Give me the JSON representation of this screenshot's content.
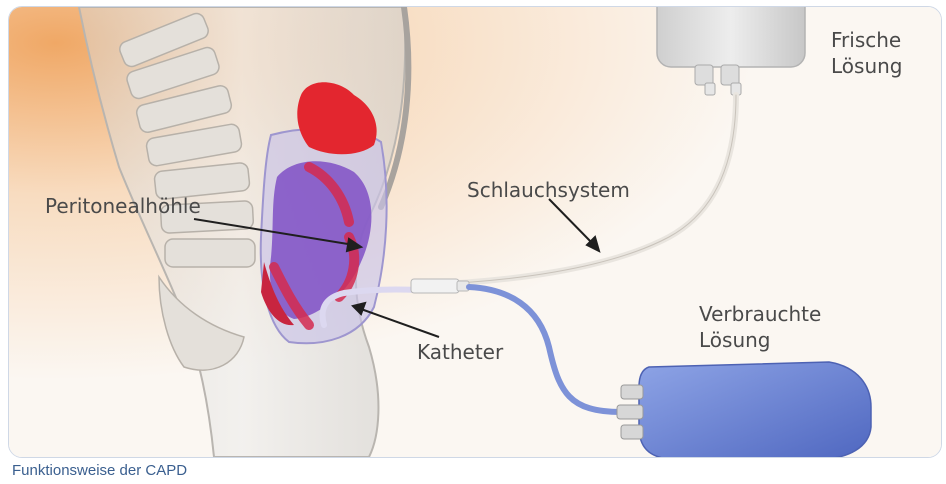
{
  "labels": {
    "fresh_line1": "Frische",
    "fresh_line2": "Lösung",
    "tubing": "Schlauchsystem",
    "peritoneal": "Peritonealhöhle",
    "used_line1": "Verbrauchte",
    "used_line2": "Lösung",
    "catheter": "Katheter"
  },
  "caption": "Funktionsweise der CAPD",
  "colors": {
    "background_warm": "#f3b97f",
    "background_light": "#fbf7f2",
    "organ_red": "#e3262f",
    "organ_purple": "#7a4fc4",
    "bag_blue": "#6f88d6",
    "tube_blue": "#7d92d8",
    "caption_blue": "#3a5f8f"
  }
}
